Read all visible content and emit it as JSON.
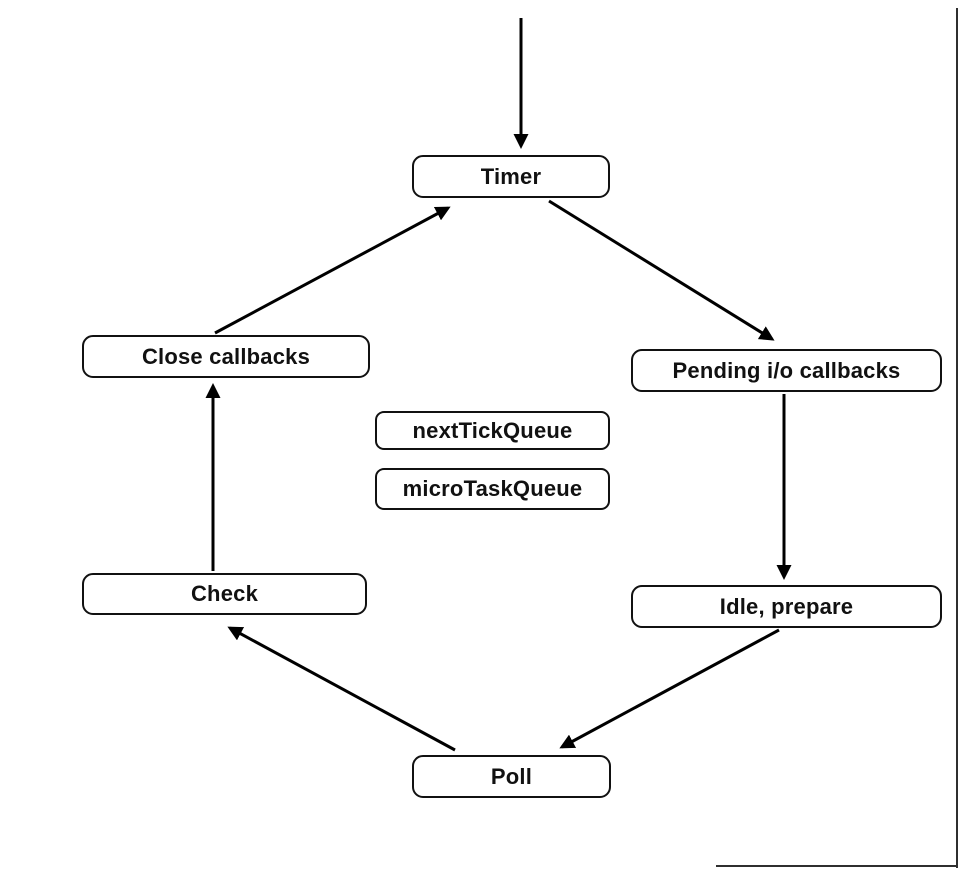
{
  "diagram": {
    "description": "Node.js event loop phases diagram",
    "nodes": {
      "timer": {
        "label": "Timer"
      },
      "pending_io": {
        "label": "Pending i/o callbacks"
      },
      "idle_prepare": {
        "label": "Idle, prepare"
      },
      "poll": {
        "label": "Poll"
      },
      "check": {
        "label": "Check"
      },
      "close_callbacks": {
        "label": "Close callbacks"
      },
      "next_tick_queue": {
        "label": "nextTickQueue"
      },
      "micro_task_queue": {
        "label": "microTaskQueue"
      }
    },
    "edges": [
      {
        "from": "start",
        "to": "timer",
        "direction": "down"
      },
      {
        "from": "timer",
        "to": "pending_io",
        "direction": "down-right"
      },
      {
        "from": "pending_io",
        "to": "idle_prepare",
        "direction": "down"
      },
      {
        "from": "idle_prepare",
        "to": "poll",
        "direction": "down-left"
      },
      {
        "from": "poll",
        "to": "check",
        "direction": "up-left"
      },
      {
        "from": "check",
        "to": "close_callbacks",
        "direction": "up"
      },
      {
        "from": "close_callbacks",
        "to": "timer",
        "direction": "up-right"
      }
    ],
    "colors": {
      "background": "#ffffff",
      "node_fill": "#ffffff",
      "node_border": "#111111",
      "text": "#111111",
      "arrow": "#000000",
      "page_edge": "#2f2f2f"
    }
  }
}
